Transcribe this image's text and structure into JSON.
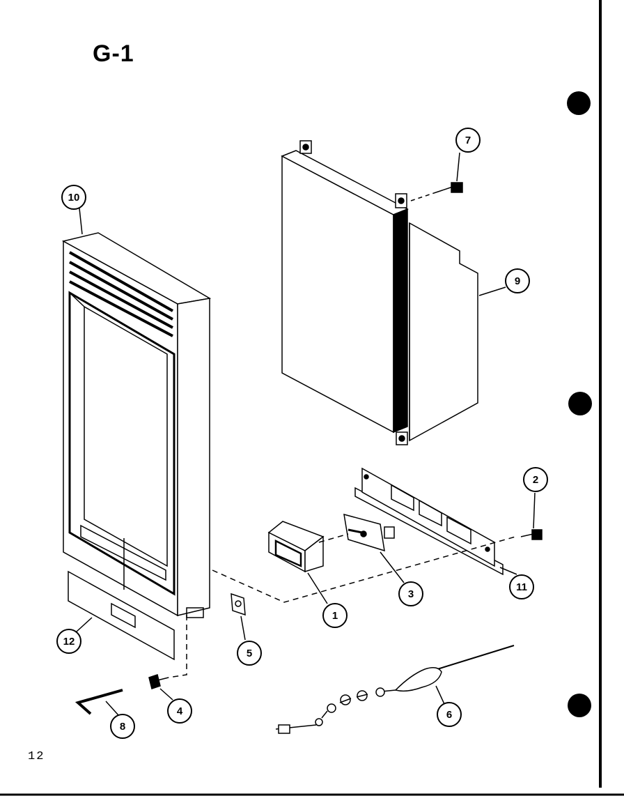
{
  "diagram": {
    "title": "G-1",
    "page_number": "12",
    "callouts": {
      "c1": "1",
      "c2": "2",
      "c3": "3",
      "c4": "4",
      "c5": "5",
      "c6": "6",
      "c7": "7",
      "c8": "8",
      "c9": "9",
      "c10": "10",
      "c11": "11",
      "c12": "12"
    },
    "colors": {
      "ink": "#000000",
      "paper": "#ffffff"
    }
  }
}
